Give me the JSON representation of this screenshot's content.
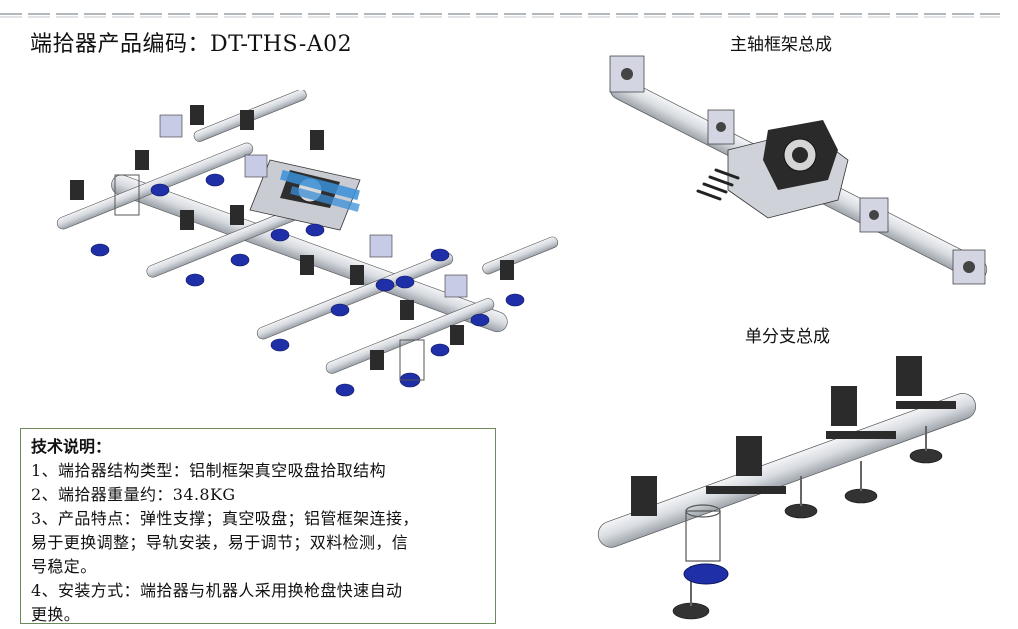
{
  "document": {
    "title": "端拾器产品编码：DT-THS-A02",
    "labels": {
      "main_frame": "主轴框架总成",
      "single_branch": "单分支总成"
    },
    "tech_notes": {
      "heading": "技术说明：",
      "lines": [
        "1、端拾器结构类型：铝制框架真空吸盘拾取结构",
        "2、端拾器重量约：34.8KG",
        "3、产品特点：弹性支撑；真空吸盘；铝管框架连接，",
        "易于更换调整；导轨安装，易于调节；双料检测，信",
        "号稳定。",
        "4、安装方式：端拾器与机器人采用换枪盘快速自动",
        "更换。"
      ]
    }
  },
  "colors": {
    "tube": "#d9dde2",
    "bracket": "#2b2b2b",
    "clamp": "#c7cbe6",
    "cup": "#1f2fa8",
    "sensor": "#3a8fd8",
    "border": "#6d8a5c"
  }
}
